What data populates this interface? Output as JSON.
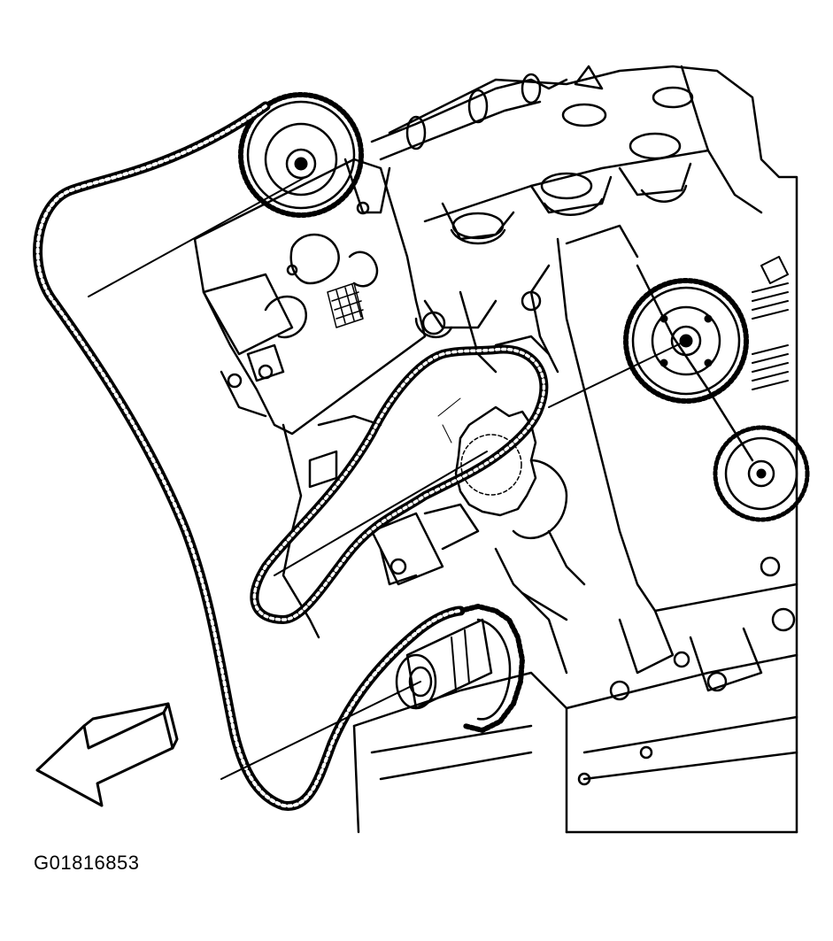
{
  "figure": {
    "id_label": "G01816853"
  },
  "components": {
    "timing_chain": "timing-chain",
    "camshaft_sprocket_left": "camshaft-sprocket",
    "camshaft_sprocket_right": "camshaft-sprocket",
    "idler_sprocket": "idler-sprocket",
    "crankshaft_sprocket": "crankshaft-sprocket",
    "direction_arrow": "arrow-left-icon"
  },
  "colors": {
    "line": "#000000",
    "background": "#ffffff"
  }
}
